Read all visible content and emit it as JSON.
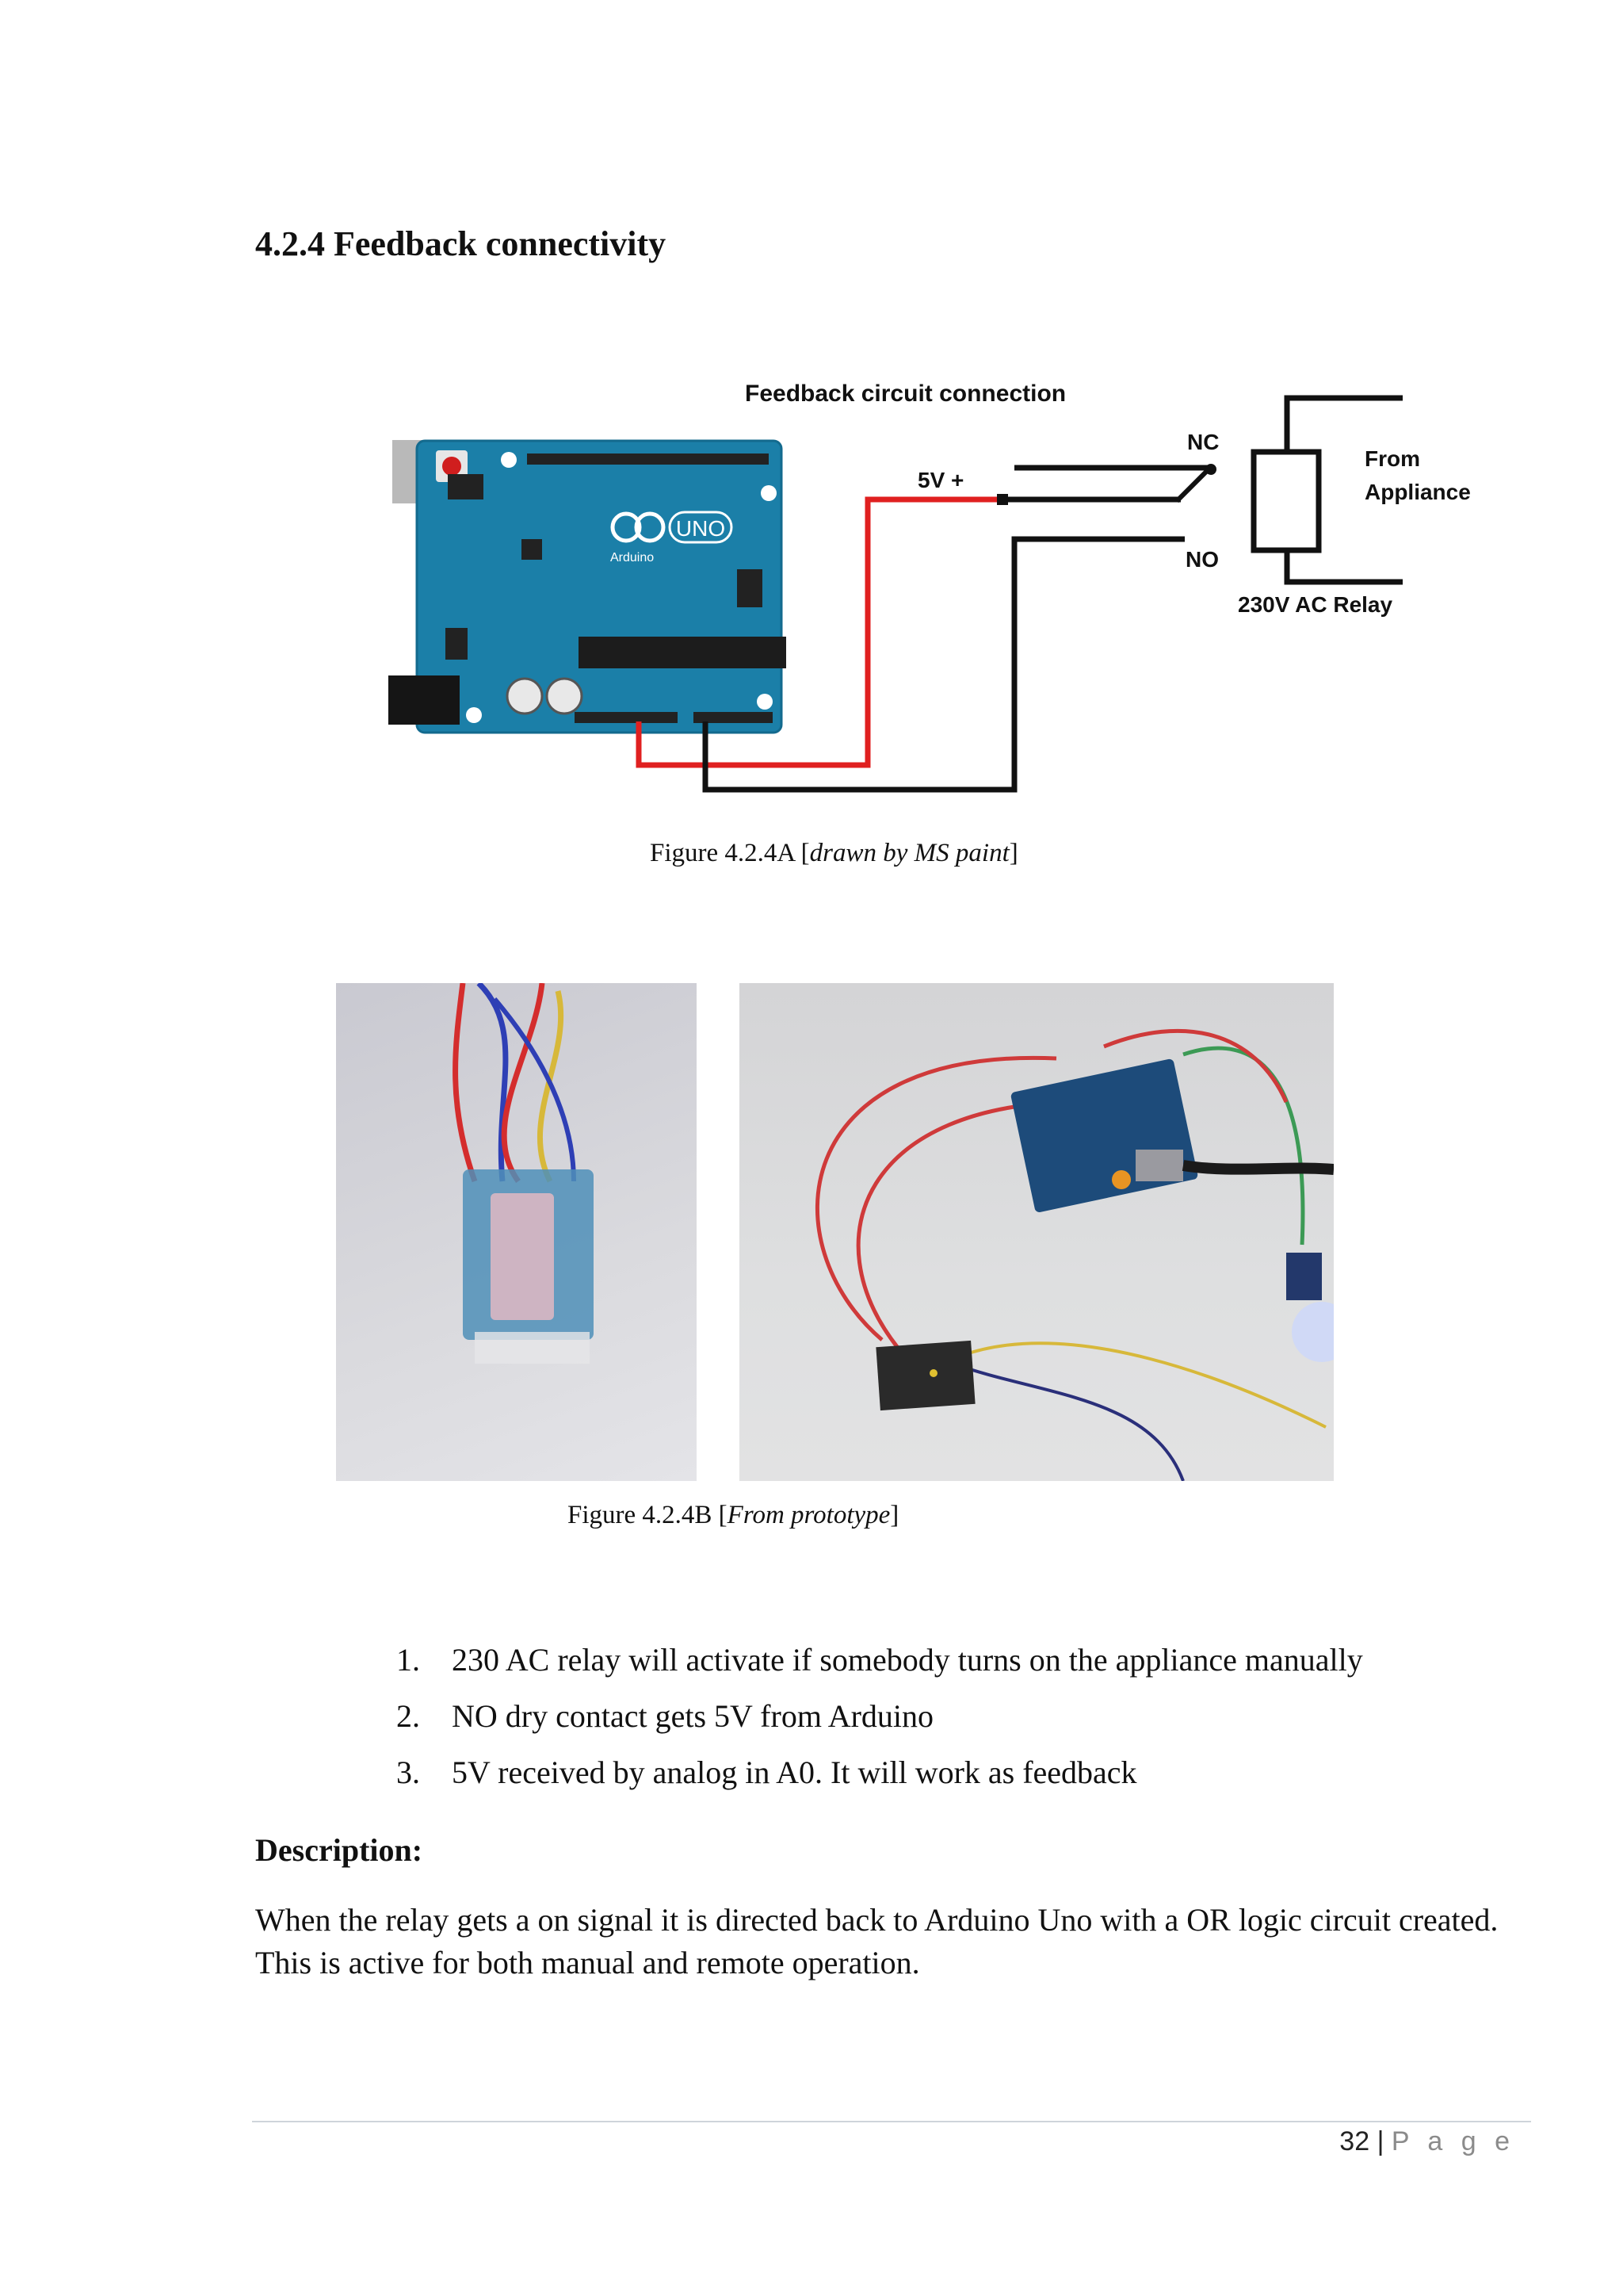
{
  "heading": "4.2.4 Feedback connectivity",
  "figure_a": {
    "diagram_title": "Feedback circuit connection",
    "label_5v": "5V +",
    "label_nc": "NC",
    "label_no": "NO",
    "label_from": "From",
    "label_appliance": "Appliance",
    "label_relay": "230V AC Relay",
    "board_logo": "UNO",
    "board_brand": "Arduino",
    "caption_prefix": "Figure 4.2.4A [",
    "caption_italic": "drawn by MS paint",
    "caption_suffix": "]"
  },
  "figure_b": {
    "caption_prefix": "Figure 4.2.4B [",
    "caption_italic": "From prototype",
    "caption_suffix": "]"
  },
  "list": [
    {
      "num": "1.",
      "text": "230 AC relay will activate if somebody turns on the appliance manually"
    },
    {
      "num": "2.",
      "text": "NO dry contact gets 5V from Arduino"
    },
    {
      "num": "3.",
      "text": "5V received by analog in A0. It will work as feedback"
    }
  ],
  "description": {
    "title": "Description:",
    "body": "When the relay gets a on signal it is directed back to Arduino Uno with a OR logic circuit created. This is active for both manual and remote operation."
  },
  "footer": {
    "page_number": "32",
    "separator": "|",
    "page_label": "P a g e"
  },
  "colors": {
    "board": "#1b7fa8",
    "wire_red": "#e02020",
    "wire_black": "#111111"
  }
}
